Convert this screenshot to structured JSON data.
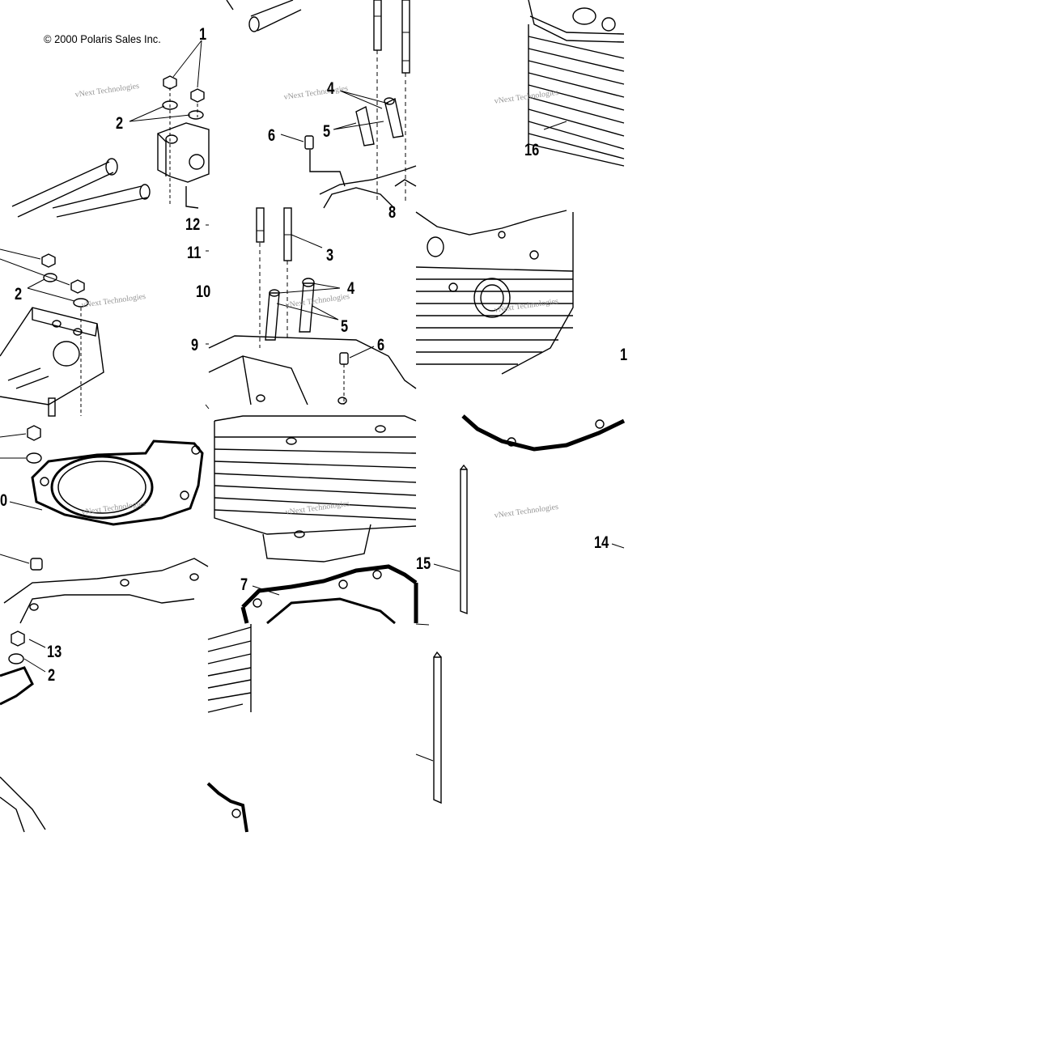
{
  "copyright": "© 2000 Polaris Sales Inc.",
  "watermark_text": "vNext Technologies",
  "labels": {
    "tile_a_1": "1",
    "tile_a_2": "2",
    "tile_b_4": "4",
    "tile_b_5": "5",
    "tile_b_6": "6",
    "tile_c_16": "16",
    "tile_a_12": "12",
    "tile_b_8": "8",
    "tile_a_11": "11",
    "tile_b_3": "3",
    "tile_a_10": "10",
    "tile_b_4b": "4",
    "tile_d_2": "2",
    "tile_b_5b": "5",
    "tile_a_9": "9",
    "tile_b_6b": "6",
    "tile_e_1": "1",
    "tile_f_0": "0",
    "tile_g_15": "15",
    "tile_g_14": "14",
    "tile_h_7": "7",
    "tile_i_13": "13",
    "tile_i_2": "2"
  }
}
